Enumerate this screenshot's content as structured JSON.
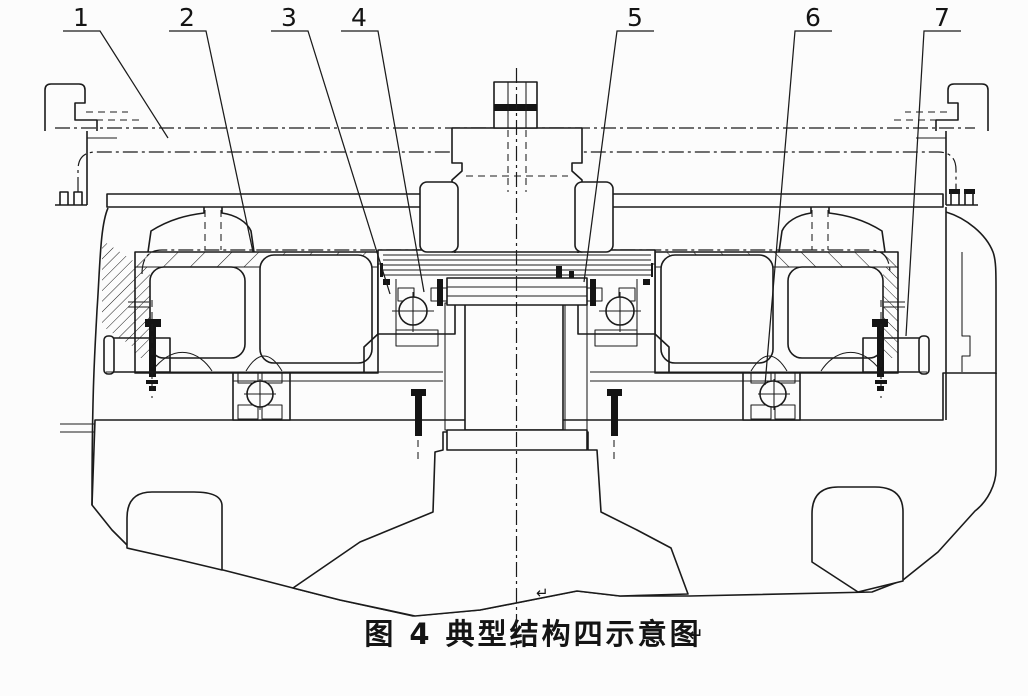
{
  "figure": {
    "type": "mechanical sectional engineering drawing",
    "caption": "图 4  典型结构四示意图",
    "caption_return_mark": "↵",
    "body_return_mark": "↵",
    "part_labels": [
      {
        "label": "1"
      },
      {
        "label": "2"
      },
      {
        "label": "3"
      },
      {
        "label": "4"
      },
      {
        "label": "5"
      },
      {
        "label": "6"
      },
      {
        "label": "7"
      }
    ],
    "colors": {
      "line": "#1b1b1b",
      "background": "#fcfcfc"
    }
  }
}
